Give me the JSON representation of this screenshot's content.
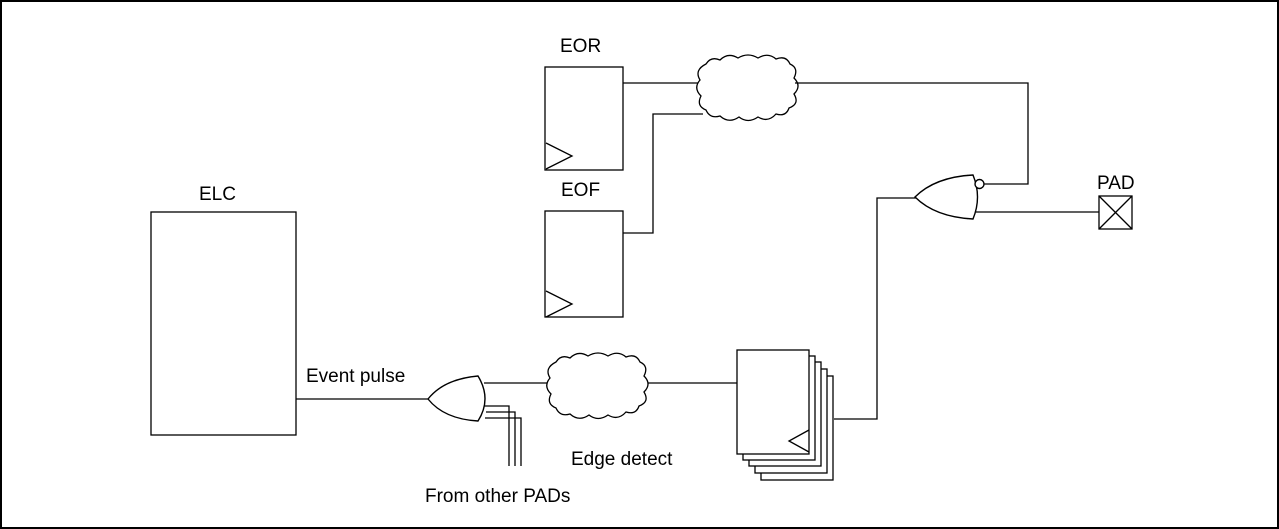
{
  "labels": {
    "eor": "EOR",
    "eof": "EOF",
    "elc": "ELC",
    "pad": "PAD",
    "event_pulse": "Event pulse",
    "edge_detect": "Edge detect",
    "from_other_pads": "From other PADs"
  },
  "colors": {
    "line": "#000000",
    "background": "#ffffff"
  }
}
